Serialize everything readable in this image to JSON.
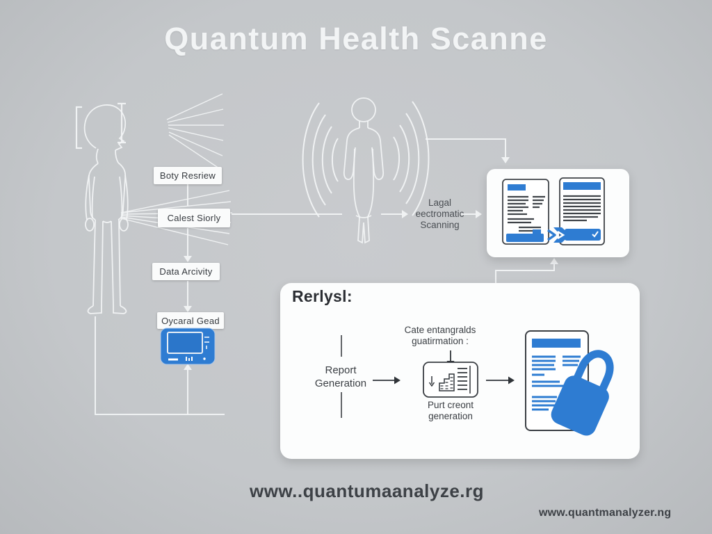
{
  "title": "Quantum Health Scanne",
  "colors": {
    "background": "#c4c7ca",
    "accent_blue": "#2e7cd2",
    "card_white": "#fcfdfd",
    "dark_text": "#35393e",
    "line_art_white": "#f3f5f6"
  },
  "left_flow": {
    "boxes": [
      {
        "label": "Boty Resriew"
      },
      {
        "label": "Calest Siorly"
      },
      {
        "label": "Data Arcivity"
      },
      {
        "label": "Oycaral Gead"
      }
    ]
  },
  "scanning_label": {
    "line1": "Lagal",
    "line2": "eectromatic",
    "line3": "Scanning"
  },
  "panel": {
    "title": "Rerlysl:",
    "report_label": {
      "line1": "Report",
      "line2": "Generation"
    },
    "quantum_label": {
      "line1": "Cate entangralds",
      "line2": "guatirmation :"
    },
    "output_label": {
      "line1": "Purt creont",
      "line2": "generation"
    }
  },
  "footer": {
    "primary_url": "www..quantumaanalyze.rg",
    "secondary_url": "www.quantmanalyzer.ng"
  },
  "icons": {
    "human_side_profile": "svg-outline-figure",
    "scan_rays": "svg-ray-fan",
    "human_front": "svg-outline-figure",
    "wave_arcs": "svg-concentric-arcs",
    "scanner_device": "svg-blue-tablet",
    "report_document": "svg-document-lines",
    "verified_document": "svg-document-check",
    "chart_card": "svg-bar-chart-card",
    "secure_document": "svg-document-lines",
    "lock": "svg-padlock"
  }
}
